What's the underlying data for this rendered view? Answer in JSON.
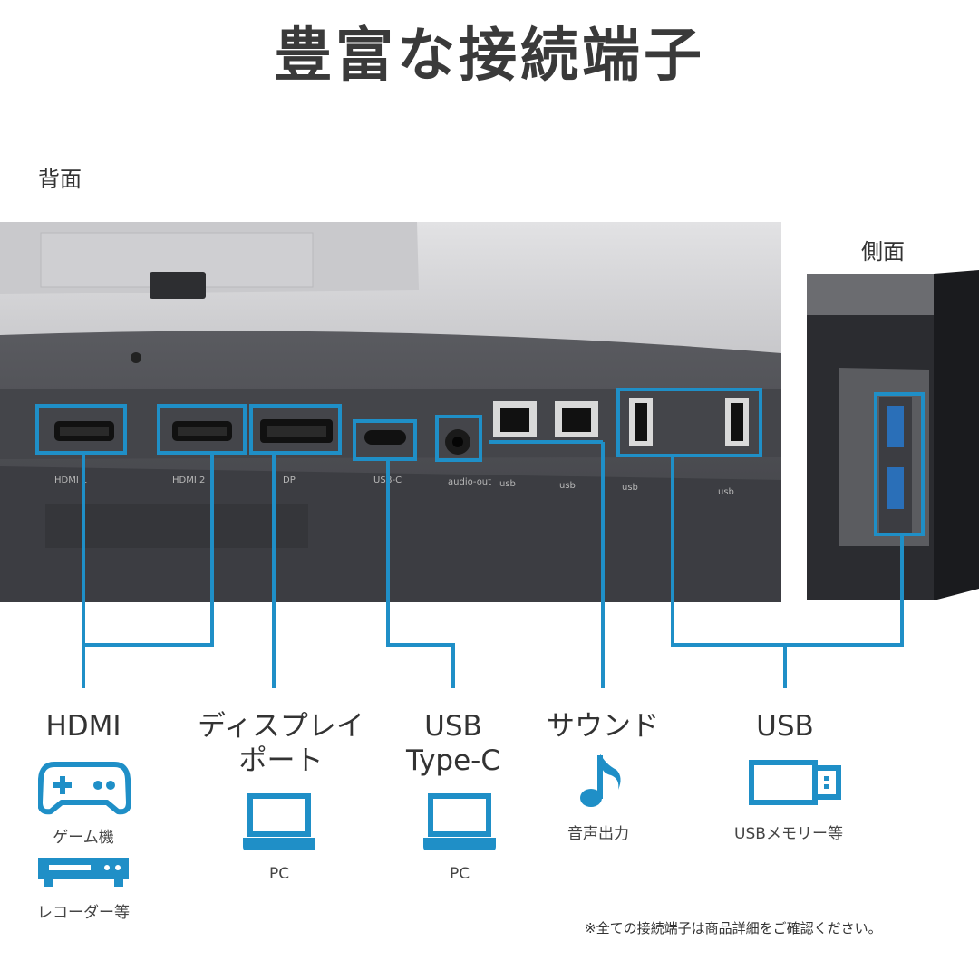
{
  "title": "豊富な接続端子",
  "rear_label": "背面",
  "side_label": "側面",
  "accent_color": "#1f8fc7",
  "ports": [
    {
      "label": "HDMI 1"
    },
    {
      "label": "HDMI 2"
    },
    {
      "label": "DP"
    },
    {
      "label": "USB-C"
    },
    {
      "label": "audio-out"
    },
    {
      "label": "usb"
    },
    {
      "label": "usb"
    },
    {
      "label": "usb"
    },
    {
      "label": "usb"
    }
  ],
  "categories": [
    {
      "label": "HDMI",
      "icon": "gamepad-icon",
      "sub": "ゲーム機",
      "icon2": "recorder-icon",
      "sub2": "レコーダー等"
    },
    {
      "label_line1": "ディスプレイ",
      "label_line2": "ポート",
      "icon": "laptop-icon",
      "sub": "PC"
    },
    {
      "label_line1": "USB",
      "label_line2": "Type-C",
      "icon": "laptop-icon",
      "sub": "PC"
    },
    {
      "label": "サウンド",
      "icon": "music-note-icon",
      "sub": "音声出力"
    },
    {
      "label": "USB",
      "icon": "usb-stick-icon",
      "sub": "USBメモリー等"
    }
  ],
  "note": "※全ての接続端子は商品詳細をご確認ください。"
}
